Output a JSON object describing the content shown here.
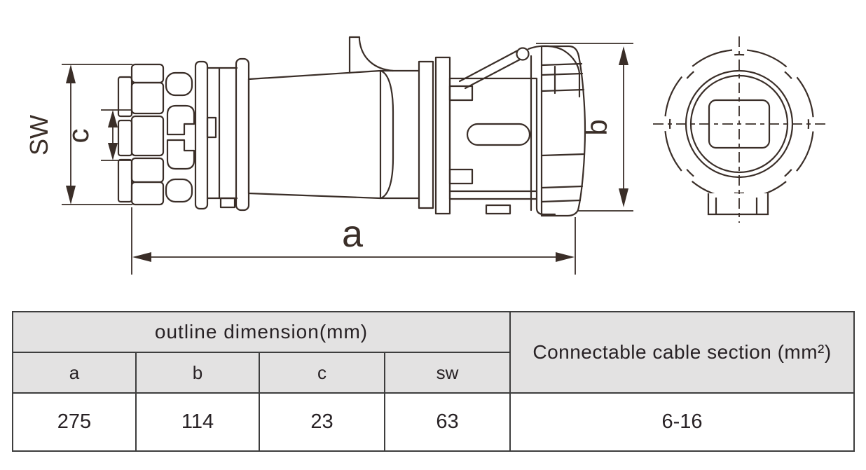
{
  "drawing": {
    "dimension_labels": {
      "sw": "SW",
      "c": "c",
      "a": "a",
      "b": "b"
    }
  },
  "table": {
    "group_header": "outline dimension(mm)",
    "cable_header": "Connectable cable section (mm²)",
    "col_headers": [
      "a",
      "b",
      "c",
      "sw"
    ],
    "values": [
      "275",
      "114",
      "23",
      "63"
    ],
    "cable_value": "6-16"
  },
  "colors": {
    "line": "#3a2e28",
    "table_border": "#3d3d3d",
    "header_bg": "#e3e2e2",
    "text": "#272124"
  }
}
